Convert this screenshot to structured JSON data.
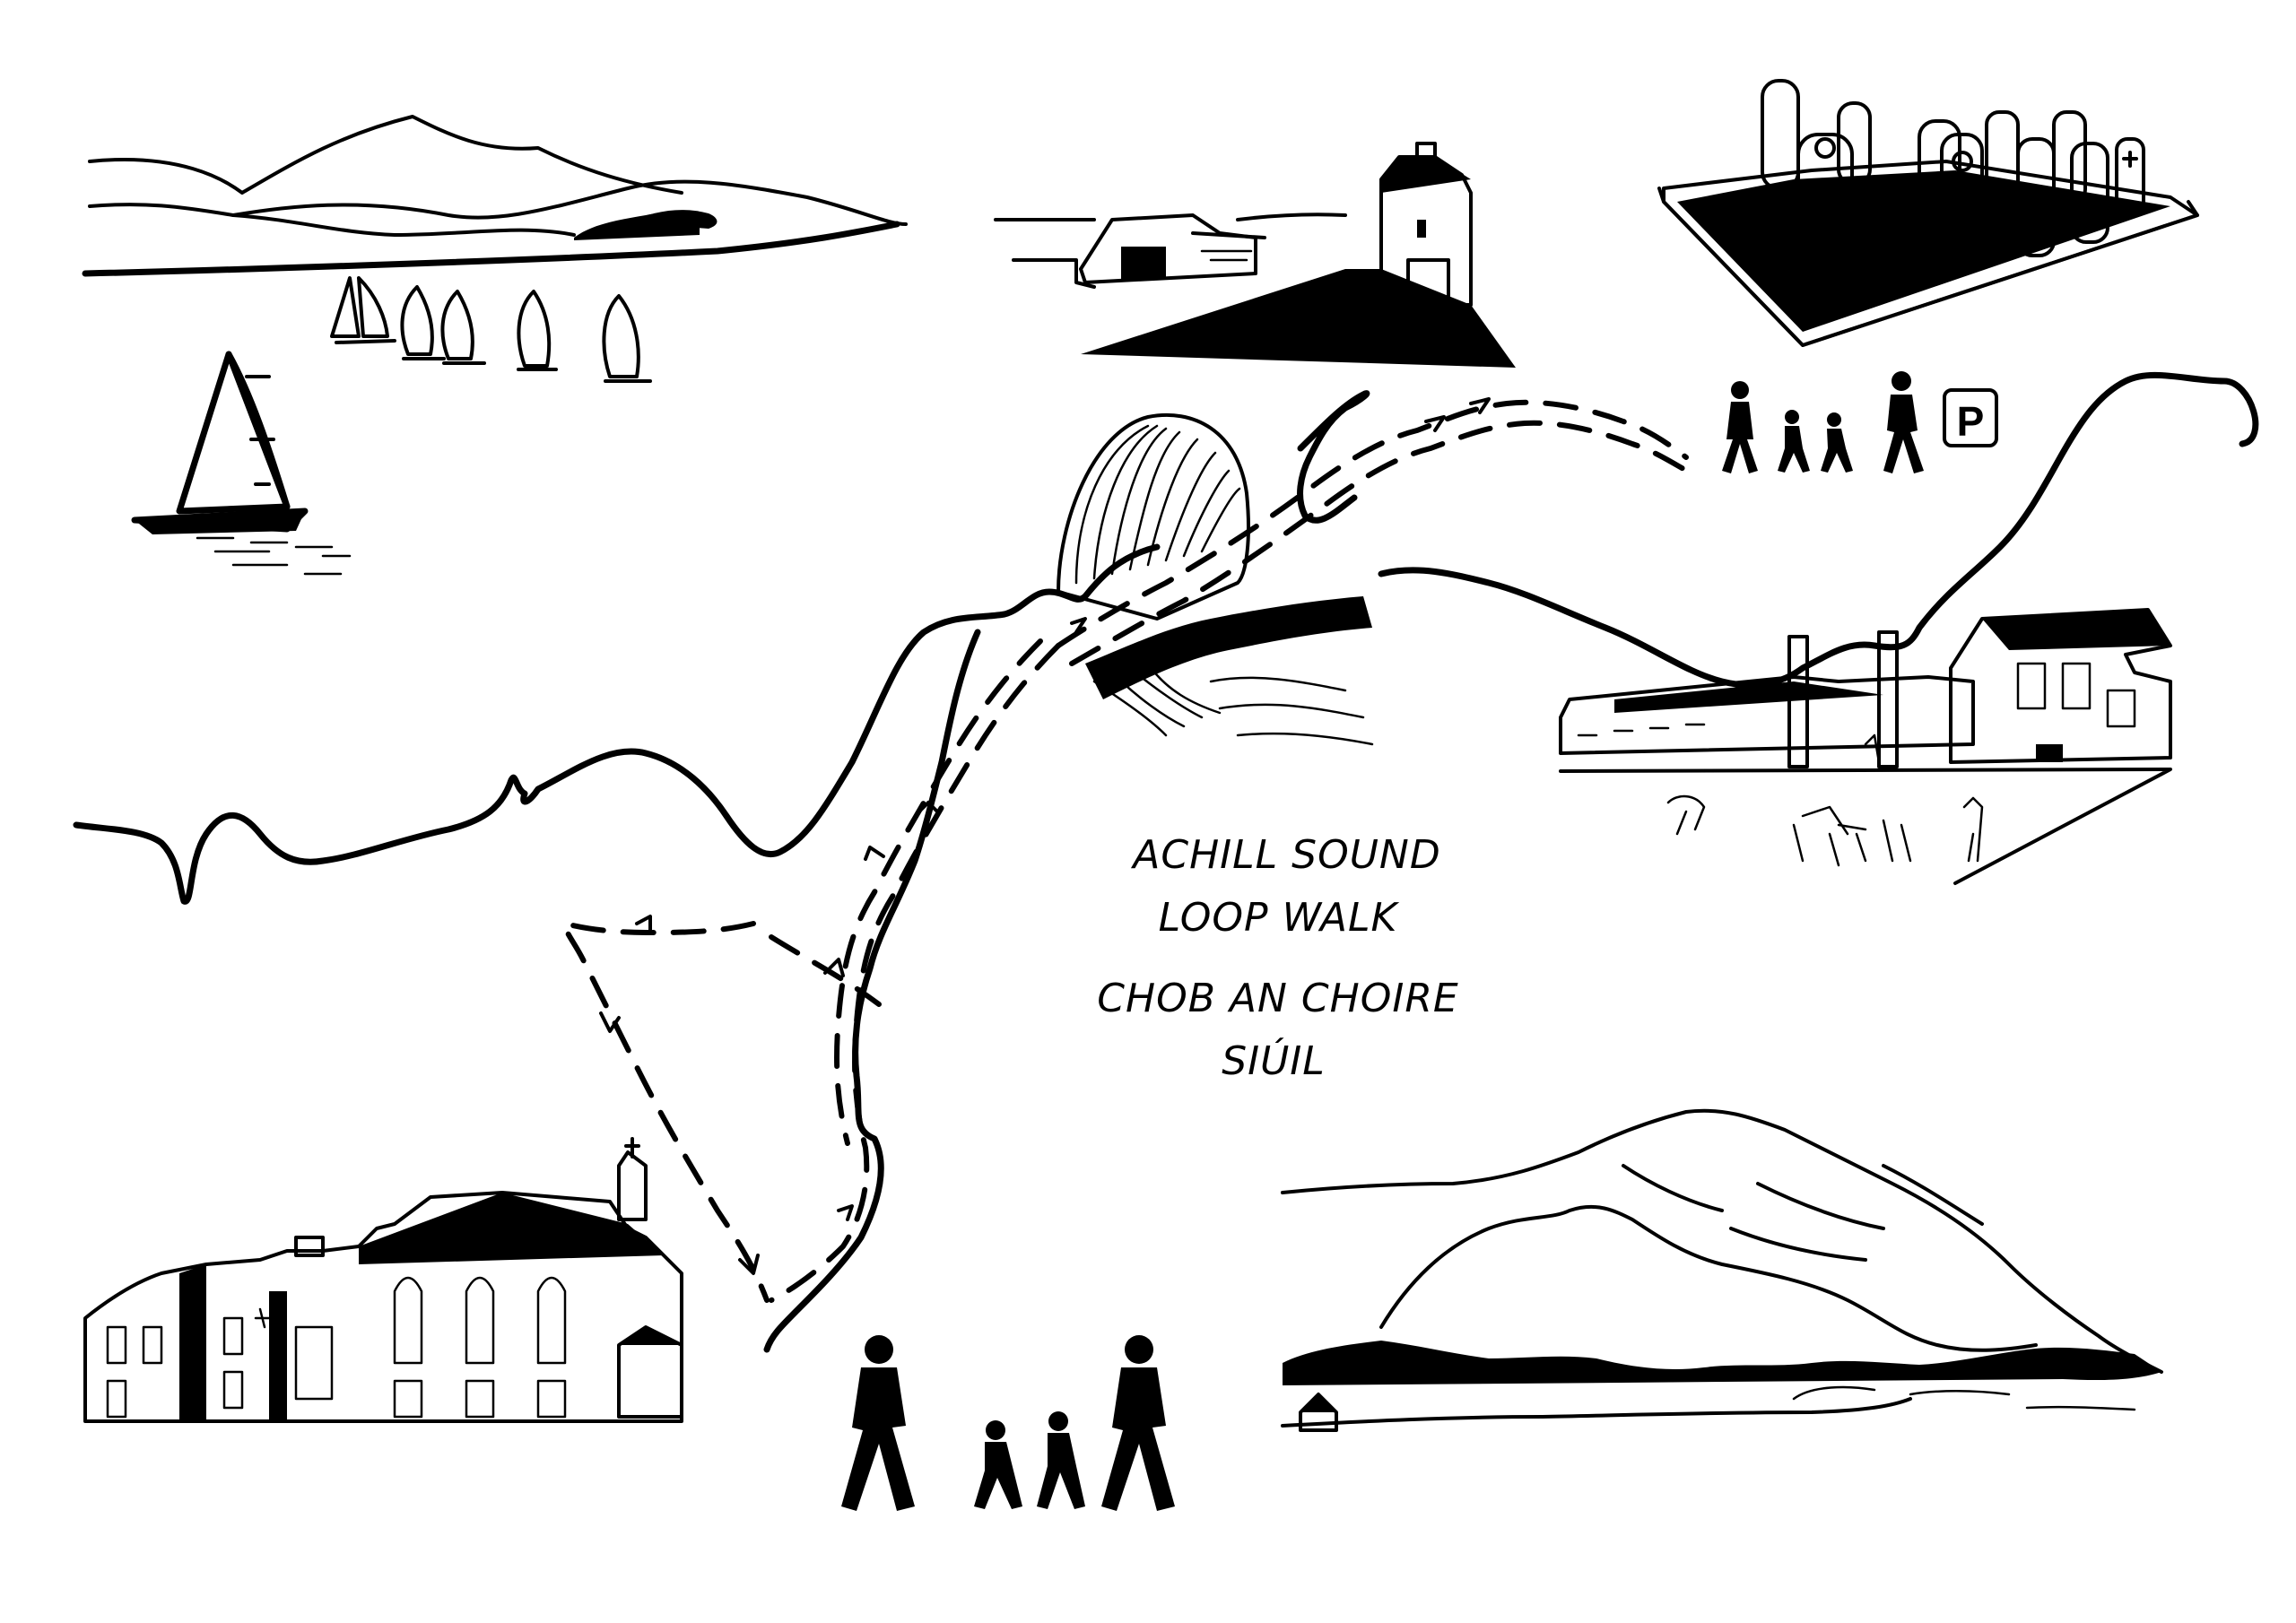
{
  "title": {
    "line1": "ACHILL SOUND",
    "line2": "LOOP WALK",
    "line3": "CHOB AN CHOIRE",
    "line4": "SIÚIL"
  },
  "parking_sign": "P",
  "colors": {
    "ink": "#000000",
    "paper": "#ffffff"
  },
  "icons": [
    "sailboat-icon",
    "walker-icon",
    "parking-sign-icon",
    "church-icon",
    "graveyard-icon",
    "bridge-icon"
  ]
}
